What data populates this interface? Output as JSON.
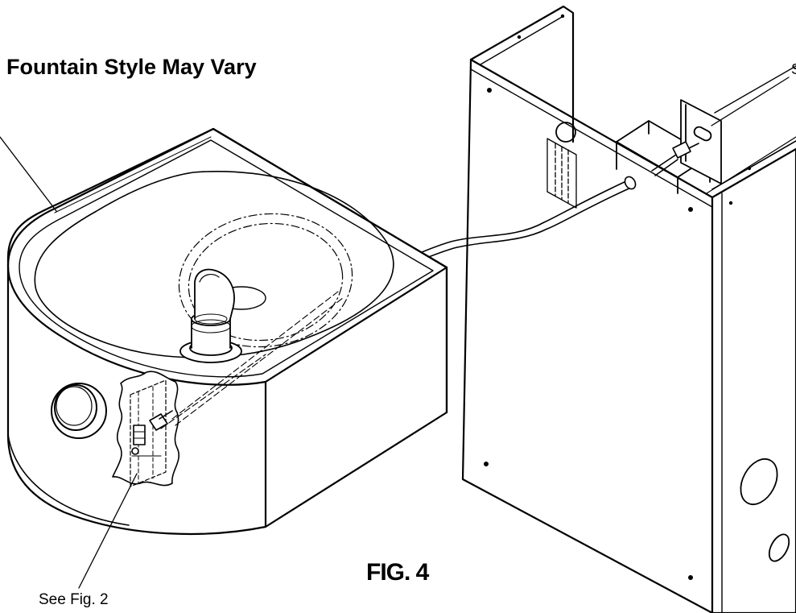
{
  "diagram": {
    "note": "Fountain Style May Vary",
    "figure_title": "FIG. 4",
    "figure_reference": "See Fig. 2",
    "edge_label": "S"
  },
  "colors": {
    "line": "#000000",
    "background": "#ffffff"
  }
}
